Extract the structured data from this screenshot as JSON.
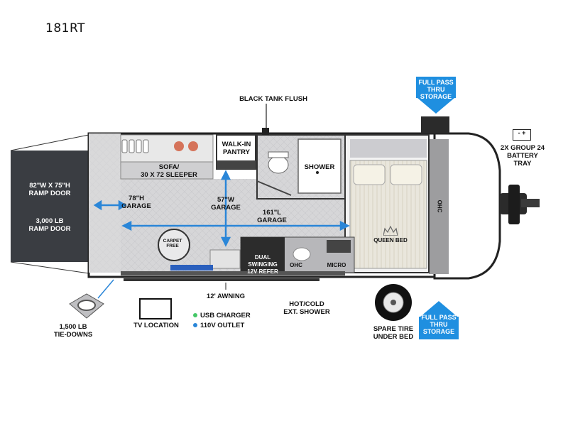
{
  "model": "181RT",
  "labels": {
    "black_tank_flush": "BLACK TANK FLUSH",
    "full_pass_top": "FULL PASS\nTHRU\nSTORAGE",
    "full_pass_bottom": "FULL PASS\nTHRU\nSTORAGE",
    "battery_tray": "2X GROUP 24\nBATTERY\nTRAY",
    "battery_symbol": "-  +",
    "ramp_door_size": "82\"W x 75\"H\nRAMP DOOR",
    "ramp_door_lb": "3,000 LB\nRAMP DOOR",
    "sofa": "SOFA/\n30 X 72 SLEEPER",
    "walk_in_pantry": "WALK-IN\nPANTRY",
    "shower": "SHOWER",
    "garage_height": "78\"H\nGARAGE",
    "garage_width": "57\"W\nGARAGE",
    "garage_length": "161\"L\nGARAGE",
    "carpet_free": "CARPET FREE",
    "refer": "DUAL SWINGING\n12V REFER",
    "ohc_kitchen": "OHC",
    "micro": "MICRO",
    "queen_bed": "QUEEN BED",
    "ohc_side": "OHC",
    "awning": "12' AWNING",
    "ext_shower": "HOT/COLD\nEXT. SHOWER",
    "tie_downs": "1,500 LB\nTIE-DOWNS",
    "tv_location": "TV LOCATION",
    "usb_charger": "USB CHARGER",
    "outlet": "110V OUTLET",
    "spare_tire": "SPARE TIRE\nUNDER BED"
  },
  "colors": {
    "blue_accent": "#1f8fe0",
    "arrow_blue": "#2a86d8",
    "usb_green": "#44c767",
    "outlet_blue": "#2a86d8",
    "ramp_dark": "#3a3d42",
    "floor_gray": "#d8d8da",
    "wall_dark": "#2b2b2b"
  },
  "icons": [
    "battery-icon",
    "tie-down-icon",
    "tv-icon",
    "spare-tire-icon",
    "crown-icon",
    "toilet-icon",
    "sink-icon",
    "hitch-icon"
  ]
}
